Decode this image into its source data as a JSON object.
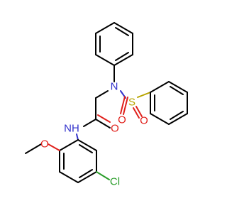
{
  "molecule": {
    "atoms": {
      "N1": "N",
      "S": "S",
      "O1": "O",
      "O2": "O",
      "NH": "NH",
      "O3": "O",
      "O4": "O",
      "Cl": "Cl"
    },
    "colors": {
      "carbon": "#000000",
      "nitrogen": "#3333cc",
      "oxygen": "#e0201b",
      "sulfur": "#b8a400",
      "chlorine": "#2a9d2a"
    }
  }
}
